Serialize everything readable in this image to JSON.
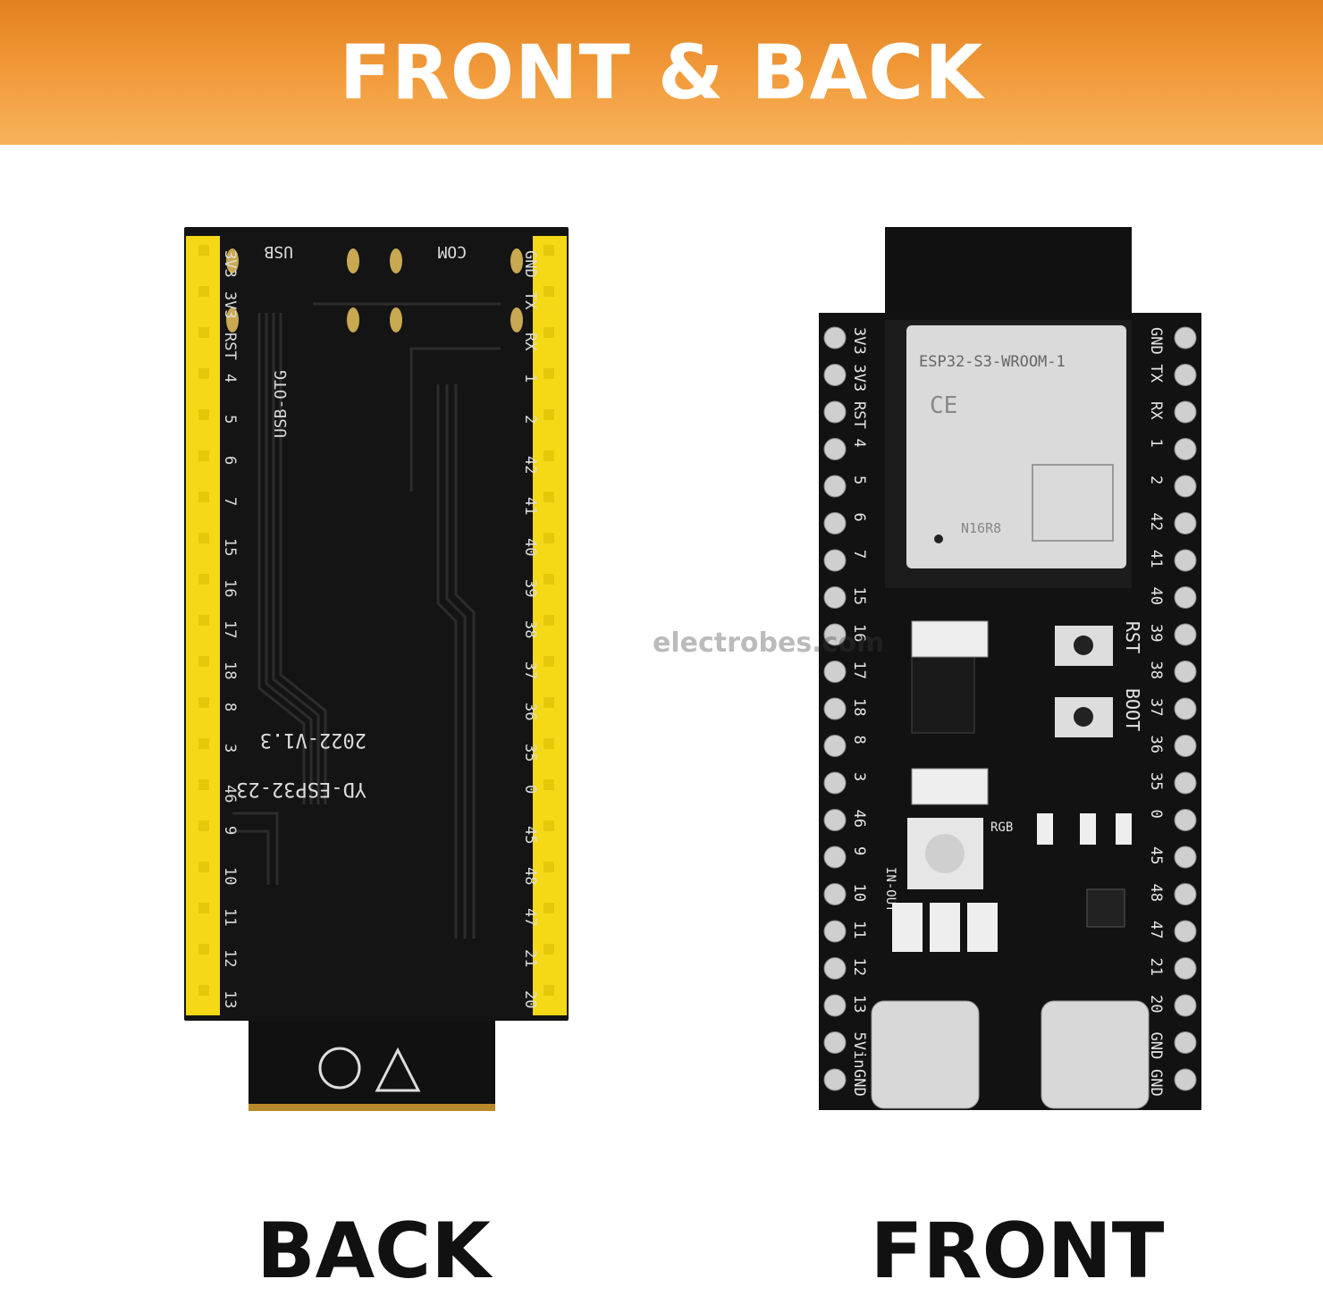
{
  "banner": {
    "title": "FRONT & BACK",
    "color": "#f19a3a"
  },
  "back_board": {
    "caption": "BACK",
    "model": "YD-ESP32-23",
    "version": "2022-V1.3",
    "labels": {
      "usb": "USB",
      "com": "COM",
      "usb_otg": "USB-OTG"
    },
    "left_pins": [
      "3V3",
      "3V3",
      "RST",
      "4",
      "5",
      "6",
      "7",
      "15",
      "16",
      "17",
      "18",
      "8",
      "3",
      "46",
      "9",
      "10",
      "11",
      "12",
      "13"
    ],
    "right_pins": [
      "GND",
      "TX",
      "RX",
      "1",
      "2",
      "42",
      "41",
      "40",
      "39",
      "38",
      "37",
      "36",
      "35",
      "0",
      "45",
      "48",
      "47",
      "21",
      "20"
    ],
    "header_color": "#f5d816",
    "pcb_color": "#141414"
  },
  "front_board": {
    "caption": "FRONT",
    "module_name": "ESP32-S3-WROOM-1",
    "module_variant": "N16R8",
    "buttons": {
      "rst": "RST",
      "boot": "BOOT"
    },
    "rgb_label": "RGB",
    "in_out_label": "IN-OUT",
    "left_pins": [
      "3V3",
      "3V3",
      "RST",
      "4",
      "5",
      "6",
      "7",
      "15",
      "16",
      "17",
      "18",
      "8",
      "3",
      "46",
      "9",
      "10",
      "11",
      "12",
      "13",
      "5Vin",
      "GND"
    ],
    "right_pins": [
      "GND",
      "TX",
      "RX",
      "1",
      "2",
      "42",
      "41",
      "40",
      "39",
      "38",
      "37",
      "36",
      "35",
      "0",
      "45",
      "48",
      "47",
      "21",
      "20",
      "GND",
      "GND"
    ],
    "pcb_color": "#121212"
  },
  "watermark": "electrobes.com"
}
